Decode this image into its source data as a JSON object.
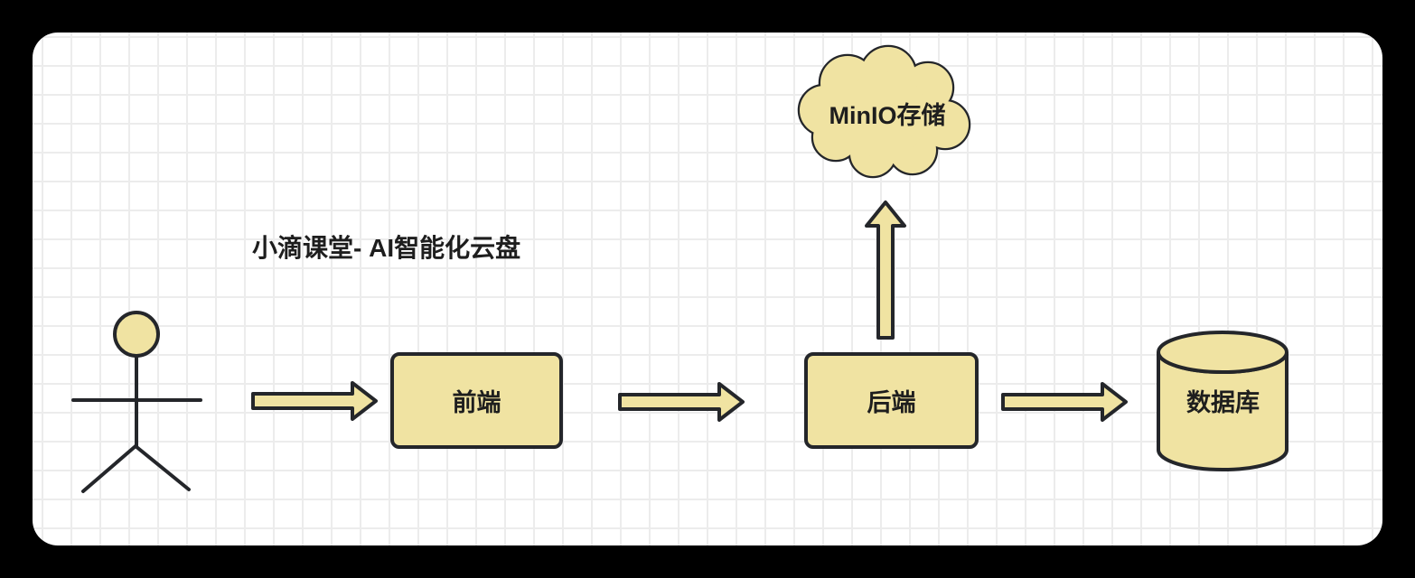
{
  "title": "小滴课堂- AI智能化云盘",
  "nodes": {
    "actor": {
      "label": "",
      "shape": "stick-figure"
    },
    "frontend": {
      "label": "前端",
      "shape": "rounded-rectangle"
    },
    "backend": {
      "label": "后端",
      "shape": "rounded-rectangle"
    },
    "storage": {
      "label": "MinIO存储",
      "shape": "cloud"
    },
    "database": {
      "label": "数据库",
      "shape": "cylinder"
    }
  },
  "edges": [
    {
      "from": "actor",
      "to": "frontend",
      "direction": "right"
    },
    {
      "from": "frontend",
      "to": "backend",
      "direction": "right"
    },
    {
      "from": "backend",
      "to": "storage",
      "direction": "up"
    },
    {
      "from": "backend",
      "to": "database",
      "direction": "right"
    }
  ],
  "colors": {
    "background": "#000000",
    "canvas": "#ffffff",
    "grid_line": "#ececec",
    "node_fill": "#f0e3a2",
    "stroke": "#24262a",
    "text": "#1e1e1e"
  }
}
